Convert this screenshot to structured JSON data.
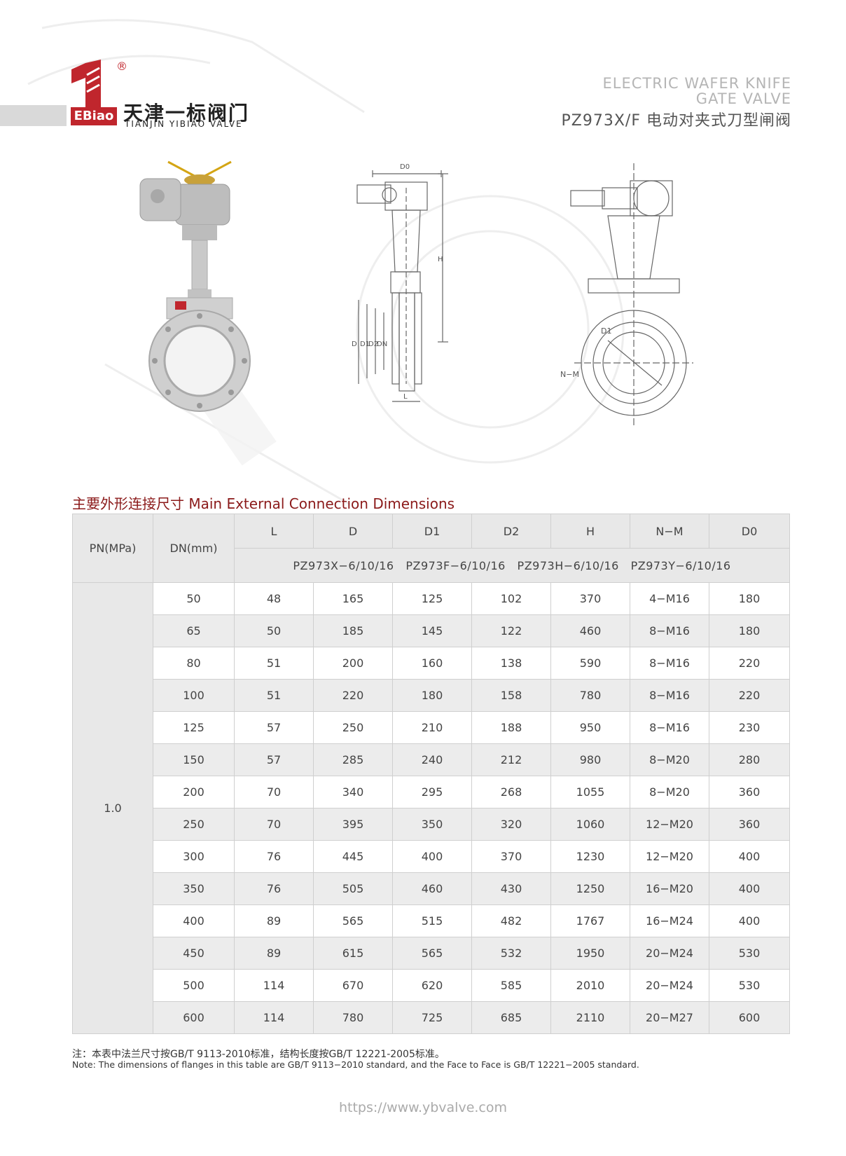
{
  "brand": {
    "logo_en": "EBiao",
    "reg": "®",
    "name_cn": "天津一标阀门",
    "name_en": "TIANJIN YIBIAO VALVE"
  },
  "title": {
    "en_line1": "ELECTRIC WAFER KNIFE",
    "en_line2": "GATE VALVE",
    "cn": "PZ973X/F 电动对夹式刀型闸阀"
  },
  "drawing_labels": {
    "d0": "D0",
    "h": "H",
    "d": "D",
    "d1": "D1",
    "d2": "D2",
    "dn": "DN",
    "l": "L",
    "nm": "N−M",
    "d1_circle": "D1"
  },
  "section_title": "主要外形连接尺寸 Main External Connection Dimensions",
  "table": {
    "head_pn": "PN(MPa)",
    "head_dn": "DN(mm)",
    "columns": [
      "L",
      "D",
      "D1",
      "D2",
      "H",
      "N−M",
      "D0"
    ],
    "models": "PZ973X−6/10/16   PZ973F−6/10/16   PZ973H−6/10/16   PZ973Y−6/10/16",
    "pn_value": "1.0",
    "rows": [
      [
        "50",
        "48",
        "165",
        "125",
        "102",
        "370",
        "4−M16",
        "180"
      ],
      [
        "65",
        "50",
        "185",
        "145",
        "122",
        "460",
        "8−M16",
        "180"
      ],
      [
        "80",
        "51",
        "200",
        "160",
        "138",
        "590",
        "8−M16",
        "220"
      ],
      [
        "100",
        "51",
        "220",
        "180",
        "158",
        "780",
        "8−M16",
        "220"
      ],
      [
        "125",
        "57",
        "250",
        "210",
        "188",
        "950",
        "8−M16",
        "230"
      ],
      [
        "150",
        "57",
        "285",
        "240",
        "212",
        "980",
        "8−M20",
        "280"
      ],
      [
        "200",
        "70",
        "340",
        "295",
        "268",
        "1055",
        "8−M20",
        "360"
      ],
      [
        "250",
        "70",
        "395",
        "350",
        "320",
        "1060",
        "12−M20",
        "360"
      ],
      [
        "300",
        "76",
        "445",
        "400",
        "370",
        "1230",
        "12−M20",
        "400"
      ],
      [
        "350",
        "76",
        "505",
        "460",
        "430",
        "1250",
        "16−M20",
        "400"
      ],
      [
        "400",
        "89",
        "565",
        "515",
        "482",
        "1767",
        "16−M24",
        "400"
      ],
      [
        "450",
        "89",
        "615",
        "565",
        "532",
        "1950",
        "20−M24",
        "530"
      ],
      [
        "500",
        "114",
        "670",
        "620",
        "585",
        "2010",
        "20−M24",
        "530"
      ],
      [
        "600",
        "114",
        "780",
        "725",
        "685",
        "2110",
        "20−M27",
        "600"
      ]
    ]
  },
  "notes": {
    "cn": "注：本表中法兰尺寸按GB/T 9113-2010标准，结构长度按GB/T 12221-2005标准。",
    "en": "Note: The dimensions of flanges in this table are GB/T 9113−2010 standard, and the Face to Face is GB/T 12221−2005 standard."
  },
  "url": "https://www.ybvalve.com",
  "colors": {
    "brand_red": "#c0262d",
    "heading_red": "#8b1a1a",
    "header_gray": "#e8e8e8"
  }
}
